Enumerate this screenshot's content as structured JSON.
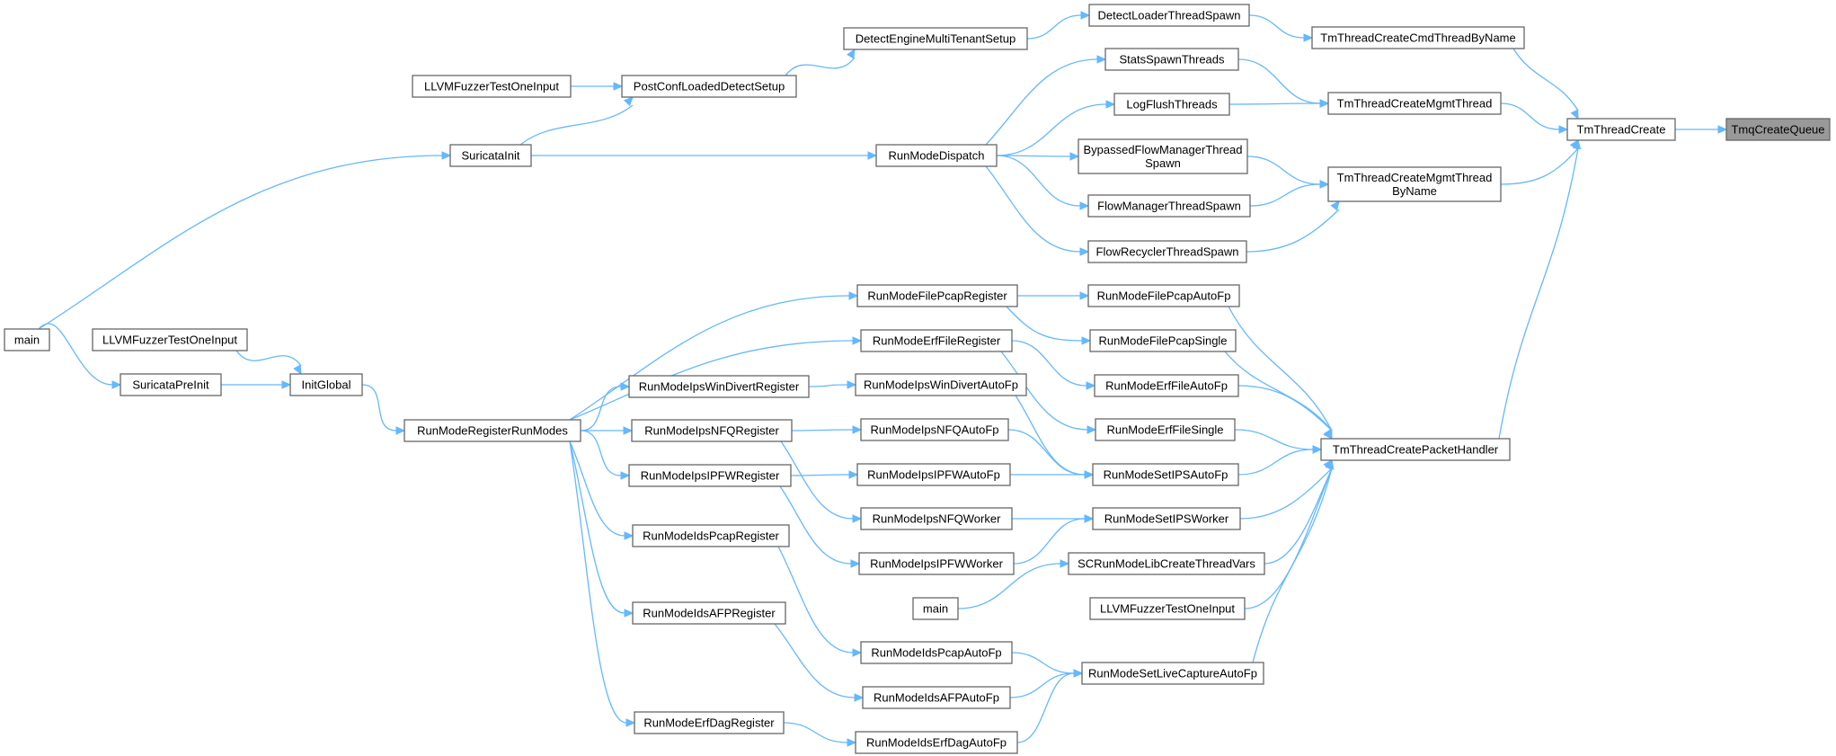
{
  "diagram": {
    "edge_color": "#63b8ff",
    "focus_fill": "#999999",
    "nodes": [
      {
        "id": "tmq",
        "lines": [
          "TmqCreateQueue"
        ],
        "focus": true
      },
      {
        "id": "tmtc",
        "lines": [
          "TmThreadCreate"
        ]
      },
      {
        "id": "tmtccbn",
        "lines": [
          "TmThreadCreateCmdThreadByName"
        ]
      },
      {
        "id": "tmtcmt",
        "lines": [
          "TmThreadCreateMgmtThread"
        ]
      },
      {
        "id": "tmtcmtbn",
        "lines": [
          "TmThreadCreateMgmtThread",
          "ByName"
        ]
      },
      {
        "id": "tmtcph",
        "lines": [
          "TmThreadCreatePacketHandler"
        ]
      },
      {
        "id": "dlts",
        "lines": [
          "DetectLoaderThreadSpawn"
        ]
      },
      {
        "id": "demts",
        "lines": [
          "DetectEngineMultiTenantSetup"
        ]
      },
      {
        "id": "pcld",
        "lines": [
          "PostConfLoadedDetectSetup"
        ]
      },
      {
        "id": "llvm1",
        "lines": [
          "LLVMFuzzerTestOneInput"
        ]
      },
      {
        "id": "si",
        "lines": [
          "SuricataInit"
        ]
      },
      {
        "id": "rmd",
        "lines": [
          "RunModeDispatch"
        ]
      },
      {
        "id": "sst",
        "lines": [
          "StatsSpawnThreads"
        ]
      },
      {
        "id": "lft",
        "lines": [
          "LogFlushThreads"
        ]
      },
      {
        "id": "bfmts",
        "lines": [
          "BypassedFlowManagerThread",
          "Spawn"
        ]
      },
      {
        "id": "fmts",
        "lines": [
          "FlowManagerThreadSpawn"
        ]
      },
      {
        "id": "frts",
        "lines": [
          "FlowRecyclerThreadSpawn"
        ]
      },
      {
        "id": "main1",
        "lines": [
          "main"
        ]
      },
      {
        "id": "llvm2",
        "lines": [
          "LLVMFuzzerTestOneInput"
        ]
      },
      {
        "id": "spi",
        "lines": [
          "SuricataPreInit"
        ]
      },
      {
        "id": "ig",
        "lines": [
          "InitGlobal"
        ]
      },
      {
        "id": "rmrrm",
        "lines": [
          "RunModeRegisterRunModes"
        ]
      },
      {
        "id": "rmfpr",
        "lines": [
          "RunModeFilePcapRegister"
        ]
      },
      {
        "id": "rmefr",
        "lines": [
          "RunModeErfFileRegister"
        ]
      },
      {
        "id": "rmiwdr",
        "lines": [
          "RunModeIpsWinDivertRegister"
        ]
      },
      {
        "id": "rminr",
        "lines": [
          "RunModeIpsNFQRegister"
        ]
      },
      {
        "id": "rmiir",
        "lines": [
          "RunModeIpsIPFWRegister"
        ]
      },
      {
        "id": "rmidpr",
        "lines": [
          "RunModeIdsPcapRegister"
        ]
      },
      {
        "id": "rmiafr",
        "lines": [
          "RunModeIdsAFPRegister"
        ]
      },
      {
        "id": "rmedr",
        "lines": [
          "RunModeErfDagRegister"
        ]
      },
      {
        "id": "rmfpaf",
        "lines": [
          "RunModeFilePcapAutoFp"
        ]
      },
      {
        "id": "rmfps",
        "lines": [
          "RunModeFilePcapSingle"
        ]
      },
      {
        "id": "rmefaf",
        "lines": [
          "RunModeErfFileAutoFp"
        ]
      },
      {
        "id": "rmefs",
        "lines": [
          "RunModeErfFileSingle"
        ]
      },
      {
        "id": "rmiwdaf",
        "lines": [
          "RunModeIpsWinDivertAutoFp"
        ]
      },
      {
        "id": "rminaf",
        "lines": [
          "RunModeIpsNFQAutoFp"
        ]
      },
      {
        "id": "rmiiaf",
        "lines": [
          "RunModeIpsIPFWAutoFp"
        ]
      },
      {
        "id": "rminw",
        "lines": [
          "RunModeIpsNFQWorker"
        ]
      },
      {
        "id": "rmiiw",
        "lines": [
          "RunModeIpsIPFWWorker"
        ]
      },
      {
        "id": "rmsipsaf",
        "lines": [
          "RunModeSetIPSAutoFp"
        ]
      },
      {
        "id": "rmsipsw",
        "lines": [
          "RunModeSetIPSWorker"
        ]
      },
      {
        "id": "scrmlctv",
        "lines": [
          "SCRunModeLibCreateThreadVars"
        ]
      },
      {
        "id": "main2",
        "lines": [
          "main"
        ]
      },
      {
        "id": "llvm3",
        "lines": [
          "LLVMFuzzerTestOneInput"
        ]
      },
      {
        "id": "rmidpaf",
        "lines": [
          "RunModeIdsPcapAutoFp"
        ]
      },
      {
        "id": "rmiafaf",
        "lines": [
          "RunModeIdsAFPAutoFp"
        ]
      },
      {
        "id": "rmiedaf",
        "lines": [
          "RunModeIdsErfDagAutoFp"
        ]
      },
      {
        "id": "rmslcaf",
        "lines": [
          "RunModeSetLiveCaptureAutoFp"
        ]
      }
    ],
    "edges": [
      [
        "tmtc",
        "tmq"
      ],
      [
        "tmtccbn",
        "tmtc"
      ],
      [
        "tmtcmt",
        "tmtc"
      ],
      [
        "tmtcmtbn",
        "tmtc"
      ],
      [
        "tmtcph",
        "tmtc"
      ],
      [
        "dlts",
        "tmtccbn"
      ],
      [
        "demts",
        "dlts"
      ],
      [
        "pcld",
        "demts"
      ],
      [
        "llvm1",
        "pcld"
      ],
      [
        "si",
        "pcld"
      ],
      [
        "main1",
        "si"
      ],
      [
        "si",
        "rmd"
      ],
      [
        "sst",
        "tmtcmt"
      ],
      [
        "lft",
        "tmtcmt"
      ],
      [
        "bfmts",
        "tmtcmtbn"
      ],
      [
        "fmts",
        "tmtcmtbn"
      ],
      [
        "frts",
        "tmtcmtbn"
      ],
      [
        "rmd",
        "sst"
      ],
      [
        "rmd",
        "lft"
      ],
      [
        "rmd",
        "bfmts"
      ],
      [
        "rmd",
        "fmts"
      ],
      [
        "rmd",
        "frts"
      ],
      [
        "main1",
        "spi"
      ],
      [
        "spi",
        "ig"
      ],
      [
        "llvm2",
        "ig"
      ],
      [
        "ig",
        "rmrrm"
      ],
      [
        "rmrrm",
        "rmfpr"
      ],
      [
        "rmrrm",
        "rmefr"
      ],
      [
        "rmrrm",
        "rmiwdr"
      ],
      [
        "rmrrm",
        "rminr"
      ],
      [
        "rmrrm",
        "rmiir"
      ],
      [
        "rmrrm",
        "rmidpr"
      ],
      [
        "rmrrm",
        "rmiafr"
      ],
      [
        "rmrrm",
        "rmedr"
      ],
      [
        "rmfpr",
        "rmfpaf"
      ],
      [
        "rmfpr",
        "rmfps"
      ],
      [
        "rmefr",
        "rmefaf"
      ],
      [
        "rmefr",
        "rmefs"
      ],
      [
        "rmiwdr",
        "rmiwdaf"
      ],
      [
        "rminr",
        "rminaf"
      ],
      [
        "rminr",
        "rminw"
      ],
      [
        "rmiir",
        "rmiiaf"
      ],
      [
        "rmiir",
        "rmiiw"
      ],
      [
        "rmidpr",
        "rmidpaf"
      ],
      [
        "rmiafr",
        "rmiafaf"
      ],
      [
        "rmedr",
        "rmiedaf"
      ],
      [
        "rmiwdaf",
        "rmsipsaf"
      ],
      [
        "rminaf",
        "rmsipsaf"
      ],
      [
        "rmiiaf",
        "rmsipsaf"
      ],
      [
        "rminw",
        "rmsipsw"
      ],
      [
        "rmiiw",
        "rmsipsw"
      ],
      [
        "main2",
        "scrmlctv"
      ],
      [
        "rmidpaf",
        "rmslcaf"
      ],
      [
        "rmiafaf",
        "rmslcaf"
      ],
      [
        "rmiedaf",
        "rmslcaf"
      ],
      [
        "rmfpaf",
        "tmtcph"
      ],
      [
        "rmfps",
        "tmtcph"
      ],
      [
        "rmefaf",
        "tmtcph"
      ],
      [
        "rmefs",
        "tmtcph"
      ],
      [
        "rmsipsaf",
        "tmtcph"
      ],
      [
        "rmsipsw",
        "tmtcph"
      ],
      [
        "scrmlctv",
        "tmtcph"
      ],
      [
        "llvm3",
        "tmtcph"
      ],
      [
        "rmslcaf",
        "tmtcph"
      ]
    ]
  }
}
